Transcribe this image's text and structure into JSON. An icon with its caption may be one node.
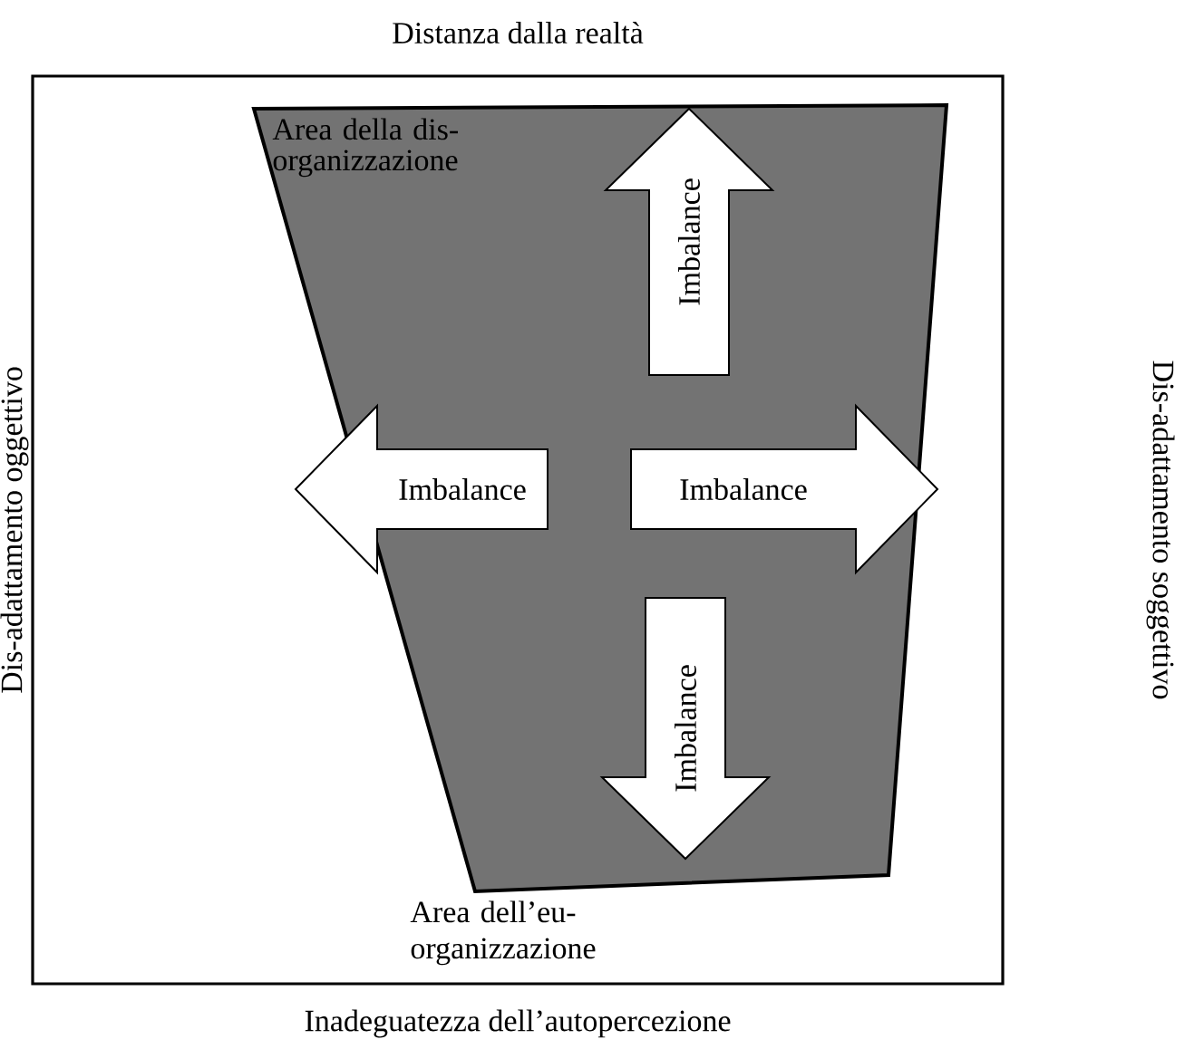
{
  "diagram": {
    "nodes": [
      {
        "text": [
          "Distanza dalla realtà",
          "Dis-adattamento oggettivo",
          "Dis-adattamento soggettivo",
          "Inadeguatezza dell’autopercezione"
        ]
      },
      {
        "text": [
          "Area della dis-organizzazione"
        ],
        "in": 0
      },
      {
        "text": [
          "Imbalance"
        ],
        "in": 1
      },
      {
        "text": [
          "Imbalance"
        ],
        "in": 1
      },
      {
        "text": [
          "Imbalance"
        ],
        "in": 1
      },
      {
        "text": [
          "Imbalance"
        ],
        "in": 1
      }
    ],
    "labels": [
      "Area dell’eu-organizzazione"
    ]
  }
}
